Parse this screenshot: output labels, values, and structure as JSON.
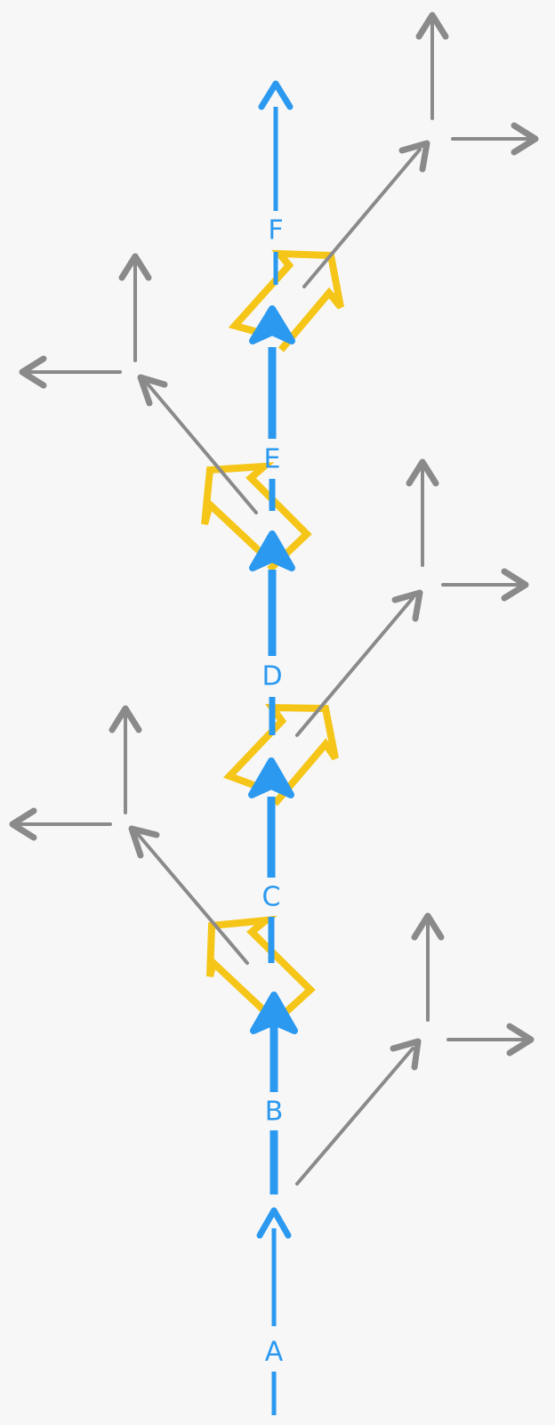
{
  "colors": {
    "background": "#f7f7f7",
    "main_path": "#2b99f0",
    "hint_arrow": "#8a8a8a",
    "turn_outline": "#f5c518"
  },
  "segments": [
    {
      "label": "A"
    },
    {
      "label": "B"
    },
    {
      "label": "C"
    },
    {
      "label": "D"
    },
    {
      "label": "E"
    },
    {
      "label": "F"
    }
  ],
  "direction_hints": [
    {
      "side": "right",
      "near": "B",
      "icons": [
        "diagonal-arrow-icon",
        "up-arrow-icon",
        "right-arrow-icon"
      ]
    },
    {
      "side": "left",
      "near": "C",
      "icons": [
        "diagonal-arrow-icon",
        "up-arrow-icon",
        "left-arrow-icon"
      ]
    },
    {
      "side": "right",
      "near": "D",
      "icons": [
        "diagonal-arrow-icon",
        "up-arrow-icon",
        "right-arrow-icon"
      ]
    },
    {
      "side": "left",
      "near": "E",
      "icons": [
        "diagonal-arrow-icon",
        "up-arrow-icon",
        "left-arrow-icon"
      ]
    },
    {
      "side": "right",
      "near": "F",
      "icons": [
        "diagonal-arrow-icon",
        "up-arrow-icon",
        "right-arrow-icon"
      ]
    }
  ]
}
